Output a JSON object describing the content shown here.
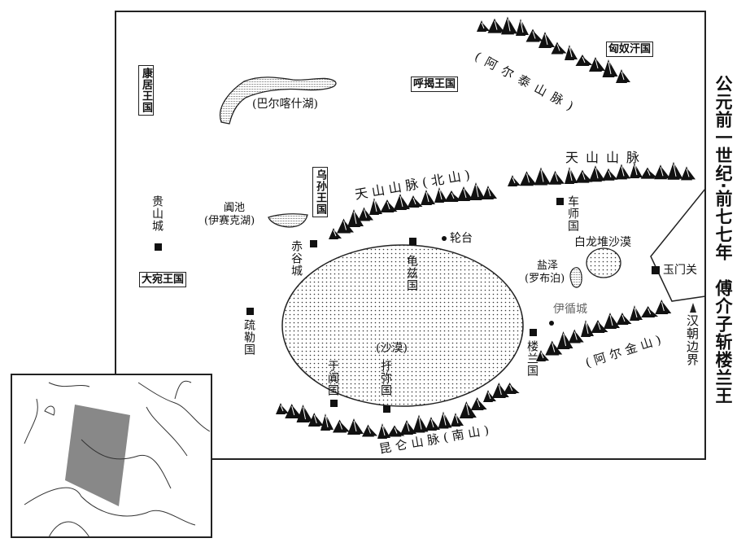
{
  "title": "公元前一世纪·前七七年　傅介子斩楼兰王",
  "kingdoms": {
    "kangju": "康居王国",
    "hujie": "呼揭王国",
    "xiongnu": "匈奴汗国",
    "wusun": "乌孙王国",
    "dayuan": "大宛王国"
  },
  "cities": {
    "guishan": "贵山城",
    "chigu": "赤谷城",
    "qiuci": "龟兹国",
    "luntai": "轮台",
    "cheshi": "车师国",
    "yumenguan": "玉门关",
    "yixun": "伊循城",
    "loulan": "楼兰国",
    "shule": "疏勒国",
    "yutian": "于阗国",
    "yumi": "扜弥国"
  },
  "lakes": {
    "balkhash": "(巴尔喀什湖)",
    "tianchi": "阗池",
    "issyk": "(伊赛克湖)",
    "yanze": "盐泽",
    "lopnur": "(罗布泊)"
  },
  "deserts": {
    "main": "(沙漠)",
    "bailongdui": "白龙堆沙漠"
  },
  "mountains": {
    "altai": "(阿尔泰山脉)",
    "tianshan_east": "天山山脉",
    "tianshan_north": "天山山脉(北山)",
    "altun": "(阿尔金山)",
    "kunlun": "昆仑山脉(南山)"
  },
  "border_label": "汉朝边界"
}
